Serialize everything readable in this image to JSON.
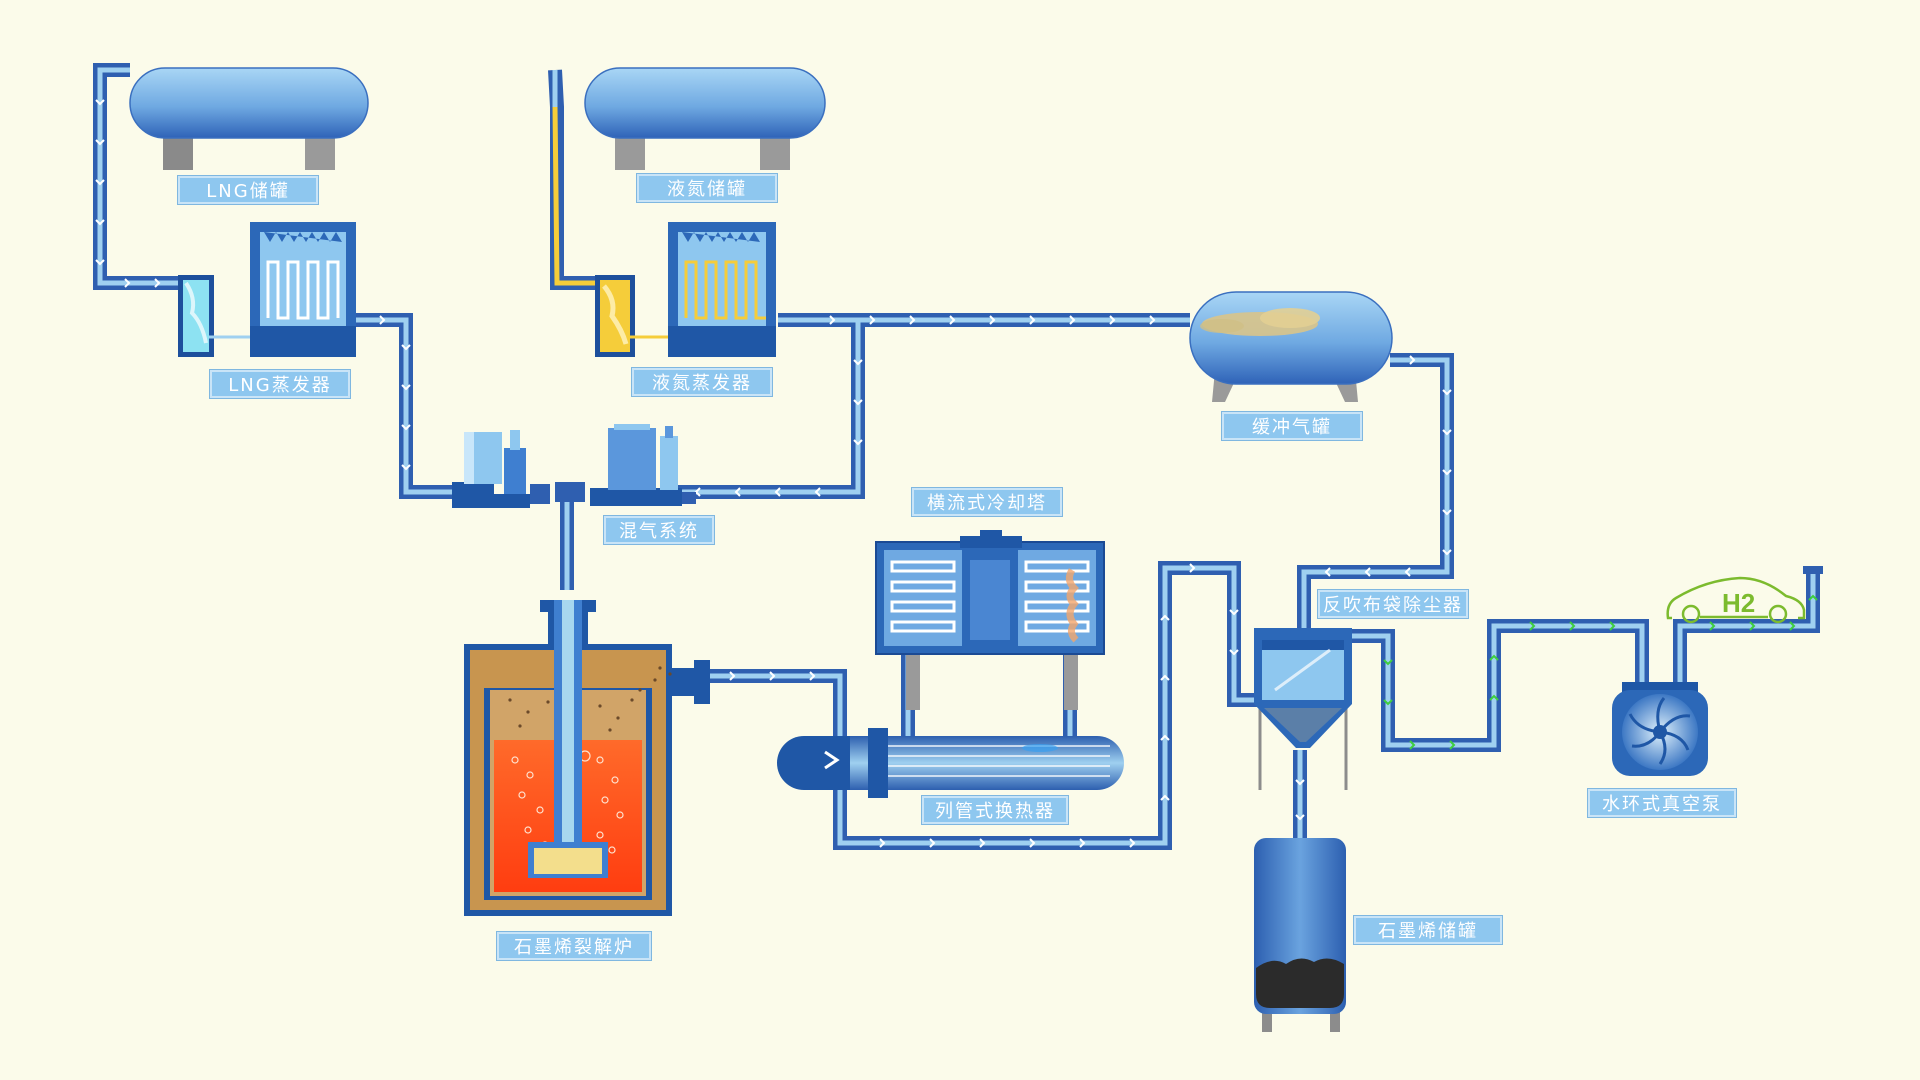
{
  "labels": {
    "lng_tank": "LNG储罐",
    "ln2_tank": "液氮储罐",
    "lng_evaporator": "LNG蒸发器",
    "ln2_evaporator": "液氮蒸发器",
    "mixing_system": "混气系统",
    "buffer_tank": "缓冲气罐",
    "cooling_tower": "横流式冷却塔",
    "pulse_dust_collector": "反吹布袋除尘器",
    "pyrolysis_furnace": "石墨烯裂解炉",
    "heat_exchanger": "列管式换热器",
    "vacuum_pump": "水环式真空泵",
    "graphene_storage": "石墨烯储罐"
  },
  "hydrogen_badge": "H2",
  "colors": {
    "background": "#fbfbea",
    "pipe": "#2f5fb0",
    "pipe_core": "#9fd0f0",
    "equipment": "#2c68b8",
    "tank_light": "#8ec7ef",
    "support": "#8c8c8c",
    "label_bg": "#8ec7ef",
    "flow_arrow": "#ffffff",
    "flow_arrow_green": "#3ecf3e",
    "molten": "#ff4a1a",
    "powder": "#c8954f",
    "ln2_glow": "#f5cd3a",
    "lng_glow": "#72d8ec",
    "car": "#7cbb2e"
  }
}
